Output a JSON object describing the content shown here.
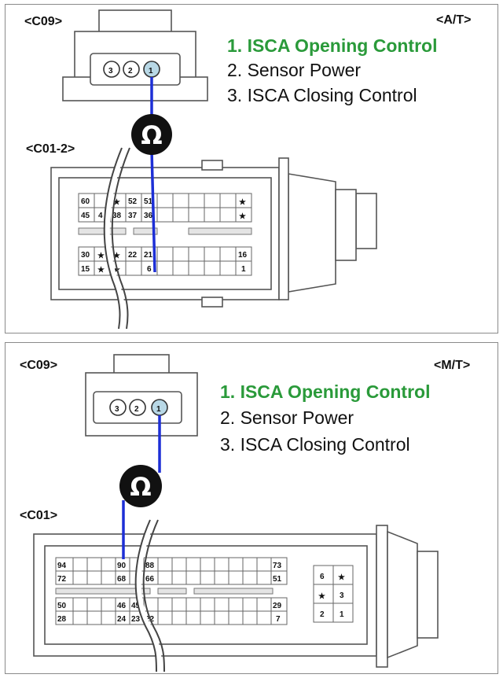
{
  "panels": [
    {
      "id": "at",
      "transmission": "<A/T>",
      "sensor_connector": "<C09>",
      "ecm_connector": "<C01-2>",
      "legend": [
        {
          "text": "1. ISCA Opening Control",
          "highlight": true
        },
        {
          "text": "2. Sensor Power",
          "highlight": false
        },
        {
          "text": "3. ISCA Closing Control",
          "highlight": false
        }
      ],
      "sensor_pins": [
        "3",
        "2",
        "1"
      ],
      "ecm_pins": {
        "row1": [
          "60",
          "",
          "★",
          "52",
          "51",
          "★"
        ],
        "row2": [
          "45",
          "4",
          "38",
          "37",
          "36",
          "★"
        ],
        "row3": [
          "30",
          "★",
          "★",
          "22",
          "21",
          "16"
        ],
        "row4": [
          "15",
          "★",
          "★",
          "",
          "6",
          "1"
        ]
      },
      "meter_symbol": "Ω"
    },
    {
      "id": "mt",
      "transmission": "<M/T>",
      "sensor_connector": "<C09>",
      "ecm_connector": "<C01>",
      "legend": [
        {
          "text": "1. ISCA Opening Control",
          "highlight": true
        },
        {
          "text": "2. Sensor Power",
          "highlight": false
        },
        {
          "text": "3. ISCA Closing Control",
          "highlight": false
        }
      ],
      "sensor_pins": [
        "3",
        "2",
        "1"
      ],
      "ecm_pins": {
        "row1": [
          "94",
          "90",
          "88",
          "73"
        ],
        "row2": [
          "72",
          "68",
          "66",
          "51"
        ],
        "row3": [
          "50",
          "46",
          "45",
          "29"
        ],
        "row4": [
          "28",
          "24",
          "23",
          "22",
          "7"
        ]
      },
      "side_block": [
        "6",
        "★",
        "★",
        "3",
        "2",
        "1"
      ],
      "meter_symbol": "Ω"
    }
  ],
  "colors": {
    "highlight": "#2a9a3a",
    "wire": "#1d2fd6",
    "meter": "#111111"
  }
}
